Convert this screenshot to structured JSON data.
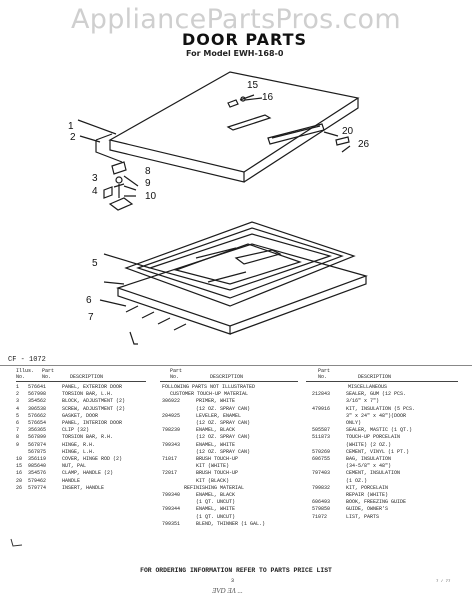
{
  "watermark": "AppliancePartsPros.com",
  "title": "DOOR PARTS",
  "subtitle": "For Model EWH-168-0",
  "figure_id": "CF - 1072",
  "callouts": [
    "1",
    "2",
    "3",
    "4",
    "5",
    "6",
    "7",
    "8",
    "9",
    "10",
    "15",
    "16",
    "20",
    "26"
  ],
  "left_table": {
    "headers": {
      "illus": "Illus.",
      "no": "No.",
      "part": "Part",
      "part_no": "No.",
      "description": "DESCRIPTION"
    },
    "rows": [
      {
        "illus": "1",
        "part": "576641",
        "desc": "PANEL, EXTERIOR DOOR"
      },
      {
        "illus": "2",
        "part": "567998",
        "desc": "TORSION BAR, L.H."
      },
      {
        "illus": "3",
        "part": "354562",
        "desc": "BLOCK, ADJUSTMENT (2)"
      },
      {
        "illus": "4",
        "part": "306538",
        "desc": "SCREW, ADJUSTMENT (2)"
      },
      {
        "illus": "5",
        "part": "576662",
        "desc": "GASKET, DOOR"
      },
      {
        "illus": "6",
        "part": "576654",
        "desc": "PANEL, INTERIOR DOOR"
      },
      {
        "illus": "7",
        "part": "356365",
        "desc": "CLIP (32)"
      },
      {
        "illus": "8",
        "part": "567899",
        "desc": "TORSION BAR, R.H."
      },
      {
        "illus": "9",
        "part": "567874",
        "desc": "HINGE, R.H."
      },
      {
        "illus": "",
        "part": "567875",
        "desc": "HINGE, L.H."
      },
      {
        "illus": "10",
        "part": "356119",
        "desc": "COVER, HINGE ROD (2)"
      },
      {
        "illus": "15",
        "part": "985640",
        "desc": "NUT, PAL"
      },
      {
        "illus": "16",
        "part": "354576",
        "desc": "CLAMP, HANDLE (2)"
      },
      {
        "illus": "20",
        "part": "579462",
        "desc": "HANDLE"
      },
      {
        "illus": "26",
        "part": "579774",
        "desc": "INSERT, HANDLE"
      }
    ]
  },
  "middle_table": {
    "headers": {
      "part": "Part",
      "part_no": "No.",
      "description": "DESCRIPTION"
    },
    "intro": "FOLLOWING PARTS NOT ILLUSTRATED",
    "intro2": "CUSTOMER TOUCH-UP MATERIAL",
    "rows": [
      {
        "part": "306922",
        "desc": "PRIMER, WHITE",
        "desc2": "(12 OZ. SPRAY CAN)"
      },
      {
        "part": "204925",
        "desc": "LEVELER, ENAMEL",
        "desc2": "(12 OZ. SPRAY CAN)"
      },
      {
        "part": "798239",
        "desc": "ENAMEL, BLACK",
        "desc2": "(12 OZ. SPRAY CAN)"
      },
      {
        "part": "799343",
        "desc": "ENAMEL, WHITE",
        "desc2": "(12 OZ. SPRAY CAN)"
      },
      {
        "part": "71017",
        "desc": "BRUSH TOUCH-UP",
        "desc2": "KIT (WHITE)"
      },
      {
        "part": "72017",
        "desc": "BRUSH TOUCH-UP",
        "desc2": "KIT (BLACK)"
      }
    ],
    "section": "REFINISHING MATERIAL",
    "rows2": [
      {
        "part": "799340",
        "desc": "ENAMEL, BLACK",
        "desc2": "(1 QT. UNCUT)"
      },
      {
        "part": "799344",
        "desc": "ENAMEL, WHITE",
        "desc2": "(1 QT. UNCUT)"
      },
      {
        "part": "799351",
        "desc": "BLEND, THINNER (1 GAL.)",
        "desc2": ""
      }
    ]
  },
  "right_table": {
    "headers": {
      "part": "Part",
      "part_no": "No.",
      "description": "DESCRIPTION"
    },
    "intro": "MISCELLANEOUS",
    "rows": [
      {
        "part": "212843",
        "desc": "SEALER, GUM (12 PCS.",
        "desc2": "3/16\" x 7\")"
      },
      {
        "part": "479916",
        "desc": "KIT, INSULATION (5 PCS.",
        "desc2": "3\" x 24\" x 48\")(DOOR",
        "desc3": "ONLY)"
      },
      {
        "part": "505587",
        "desc": "SEALER, MASTIC (1 QT.)",
        "desc2": ""
      },
      {
        "part": "511873",
        "desc": "TOUCH-UP PORCELAIN",
        "desc2": "(WHITE) (2 OZ.)"
      },
      {
        "part": "570269",
        "desc": "CEMENT, VINYL (1 PT.)",
        "desc2": ""
      },
      {
        "part": "606755",
        "desc": "BAG, INSULATION",
        "desc2": "(34-5/8\" x 48\")"
      },
      {
        "part": "797403",
        "desc": "CEMENT, INSULATION",
        "desc2": "(1 OZ.)"
      },
      {
        "part": "799832",
        "desc": "KIT, PORCELAIN",
        "desc2": "REPAIR (WHITE)"
      },
      {
        "part": "606493",
        "desc": "BOOK, FREEZING GUIDE",
        "desc2": ""
      },
      {
        "part": "579850",
        "desc": "GUIDE, OWNER'S",
        "desc2": ""
      },
      {
        "part": "71072",
        "desc": "LIST, PARTS",
        "desc2": ""
      }
    ]
  },
  "footer": "FOR ORDERING INFORMATION REFER TO PARTS PRICE LIST",
  "page_number": "3",
  "scrawl": "ƎVD ƎΛ ...",
  "corner_mark": "7 / 77"
}
